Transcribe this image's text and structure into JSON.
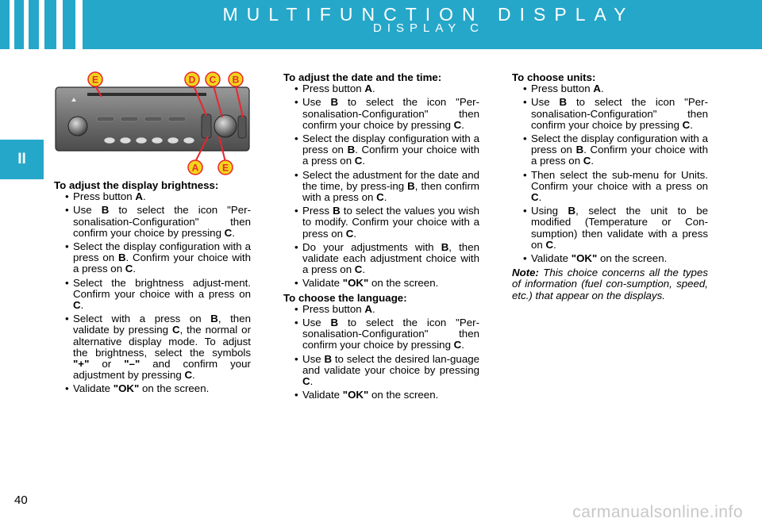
{
  "header": {
    "title": "MULTIFUNCTION DISPLAY",
    "subtitle": "DISPLAY C",
    "color": "#25a7c9"
  },
  "chapter_tab": "II",
  "figure": {
    "callout_top": [
      "E",
      "D",
      "C",
      "B"
    ],
    "callout_bottom": [
      "A",
      "E"
    ],
    "callout_color": "#e8262e",
    "badge_color": "#f2d51a"
  },
  "sections": {
    "brightness": {
      "title": "To adjust the display brightness:",
      "b1": [
        "Press button ",
        "A",
        "."
      ],
      "b2": [
        "Use ",
        "B",
        " to select the icon \"Per-sonalisation-Configuration\" then confirm your choice by pressing ",
        "C",
        "."
      ],
      "b3": [
        "Select the display configuration with a press on ",
        "B",
        ". Confirm your choice with a press on ",
        "C",
        "."
      ],
      "b4": [
        "Select the brightness adjust-ment. Confirm your choice with a press on ",
        "C",
        "."
      ],
      "b5": [
        "Select with a press on ",
        "B",
        ", then validate by pressing ",
        "C",
        ", the normal or alternative display mode. To adjust the brightness, select the symbols ",
        "\"+\"",
        " or ",
        "\"–\"",
        " and confirm your adjustment by pressing ",
        "C",
        "."
      ],
      "b6": [
        "Validate ",
        "\"OK\"",
        " on the screen."
      ]
    },
    "datetime": {
      "title": "To adjust the date and the time:",
      "b1": [
        "Press button ",
        "A",
        "."
      ],
      "b2": [
        "Use ",
        "B",
        " to select the icon \"Per-sonalisation-Configuration\" then confirm your choice by pressing ",
        "C",
        "."
      ],
      "b3": [
        "Select the display configuration with a press on ",
        "B",
        ". Confirm your choice with a press on ",
        "C",
        "."
      ],
      "b4": [
        "Select the adustment for the date and the time, by press-ing ",
        "B",
        ", then confirm with a press on ",
        "C",
        "."
      ],
      "b5": [
        "Press ",
        "B",
        " to select the values you wish to modify. Confirm your choice with a press on ",
        "C",
        "."
      ],
      "b6": [
        "Do your adjustments with ",
        "B",
        ", then validate each adjustment choice with a press on ",
        "C",
        "."
      ],
      "b7": [
        "Validate ",
        "\"OK\"",
        " on the screen."
      ]
    },
    "language": {
      "title": "To choose the language:",
      "b1": [
        "Press button ",
        "A",
        "."
      ],
      "b2": [
        "Use ",
        "B",
        " to select the icon \"Per-sonalisation-Configuration\" then confirm your choice by pressing ",
        "C",
        "."
      ],
      "b3": [
        "Use ",
        "B",
        " to select the desired lan-guage and validate your choice by pressing ",
        "C",
        "."
      ],
      "b4": [
        "Validate ",
        "\"OK\"",
        " on the screen."
      ]
    },
    "units": {
      "title": "To choose units:",
      "b1": [
        "Press button ",
        "A",
        "."
      ],
      "b2": [
        "Use ",
        "B",
        " to select the icon \"Per-sonalisation-Configuration\" then confirm your choice by pressing ",
        "C",
        "."
      ],
      "b3": [
        "Select the display configuration with a press on ",
        "B",
        ". Confirm your choice with a press on ",
        "C",
        "."
      ],
      "b4": [
        "Then select the sub-menu for Units. Confirm your choice with a press on ",
        "C",
        "."
      ],
      "b5": [
        "Using ",
        "B",
        ", select the unit to be modified (Temperature or Con-sumption) then validate with a press on ",
        "C",
        "."
      ],
      "b6": [
        "Validate ",
        "\"OK\"",
        " on the screen."
      ]
    },
    "note": {
      "label": "Note:",
      "text": " This choice concerns all the types of information (fuel con-sumption, speed, etc.) that appear on the displays."
    }
  },
  "page_number": "40",
  "watermark": "carmanualsonline.info"
}
